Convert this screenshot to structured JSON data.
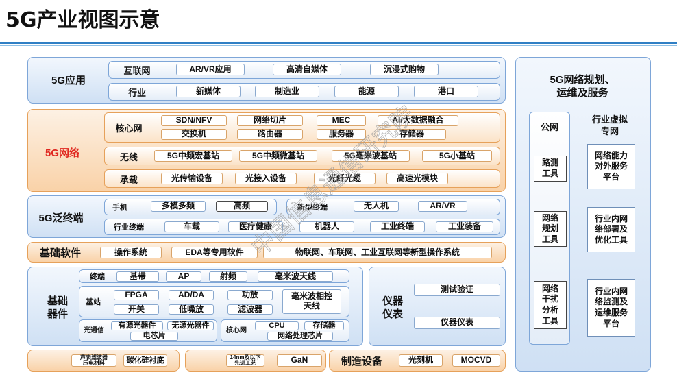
{
  "title": "5G产业视图示意",
  "watermark": "中国信息通信研究院",
  "app": {
    "label": "5G应用",
    "internet_label": "互联网",
    "internet_items": [
      "AR/VR应用",
      "高清自媒体",
      "沉浸式购物"
    ],
    "industry_label": "行业",
    "industry_items": [
      "新媒体",
      "制造业",
      "能源",
      "港口"
    ]
  },
  "network": {
    "label": "5G网络",
    "core_label": "核心网",
    "core_row1": [
      "SDN/NFV",
      "网络切片",
      "MEC",
      "AI/大数据融合"
    ],
    "core_row2": [
      "交换机",
      "路由器",
      "服务器",
      "存储器"
    ],
    "wireless_label": "无线",
    "wireless_items": [
      "5G中频宏基站",
      "5G中频微基站",
      "5G毫米波基站",
      "5G小基站"
    ],
    "bearer_label": "承载",
    "bearer_items": [
      "光传输设备",
      "光接入设备",
      "光纤光缆",
      "高速光模块"
    ]
  },
  "terminal": {
    "label": "5G泛终端",
    "phone_label": "手机",
    "phone_items": [
      "多模多频",
      "高频"
    ],
    "new_label": "新型终端",
    "new_items": [
      "无人机",
      "AR/VR"
    ],
    "industry_label": "行业终端",
    "industry_items": [
      "车载",
      "医疗健康",
      "机器人",
      "工业终端",
      "工业装备"
    ]
  },
  "software": {
    "label": "基础软件",
    "items": [
      "操作系统",
      "EDA等专用软件",
      "物联网、车联网、工业互联网等新型操作系统"
    ]
  },
  "devices": {
    "label": "基础\n器件",
    "terminal_label": "终端",
    "terminal_items": [
      "基带",
      "AP",
      "射频",
      "毫米波天线"
    ],
    "station_label": "基站",
    "station_row1": [
      "FPGA",
      "AD/DA",
      "功放"
    ],
    "station_row2": [
      "开关",
      "低噪放",
      "滤波器"
    ],
    "station_antenna": "毫米波相控\n天线",
    "optical_label": "光通信",
    "optical_items": [
      "有源光器件",
      "无源光器件",
      "电芯片"
    ],
    "core_label": "核心网",
    "core_items": [
      "CPU",
      "存储器",
      "网络处理芯片"
    ]
  },
  "instruments": {
    "label": "仪器\n仪表",
    "items": [
      "测试验证",
      "仪器仪表"
    ]
  },
  "bottom": {
    "group1": [
      "声表滤波器\n压电材料",
      "碳化硅衬底"
    ],
    "group2": [
      "14nm及以下\n先进工艺",
      "GaN"
    ],
    "equipment_label": "制造设备",
    "equipment_items": [
      "光刻机",
      "MOCVD"
    ]
  },
  "planning": {
    "title": "5G网络规划、\n运维及服务",
    "public_label": "公网",
    "public_items": [
      "路测\n工具",
      "网络\n规划\n工具",
      "网络\n干扰\n分析\n工具"
    ],
    "private_label": "行业虚拟\n专网",
    "private_items": [
      "网络能力\n对外服务\n平台",
      "行业内网\n络部署及\n优化工具",
      "行业内网\n络监测及\n运维服务\n平台"
    ]
  },
  "colors": {
    "accent_blue": "#2f7fc4",
    "network_red": "#e0261f",
    "orange_fill": "#f9d2a8",
    "blue_fill": "#cfe0f4"
  }
}
